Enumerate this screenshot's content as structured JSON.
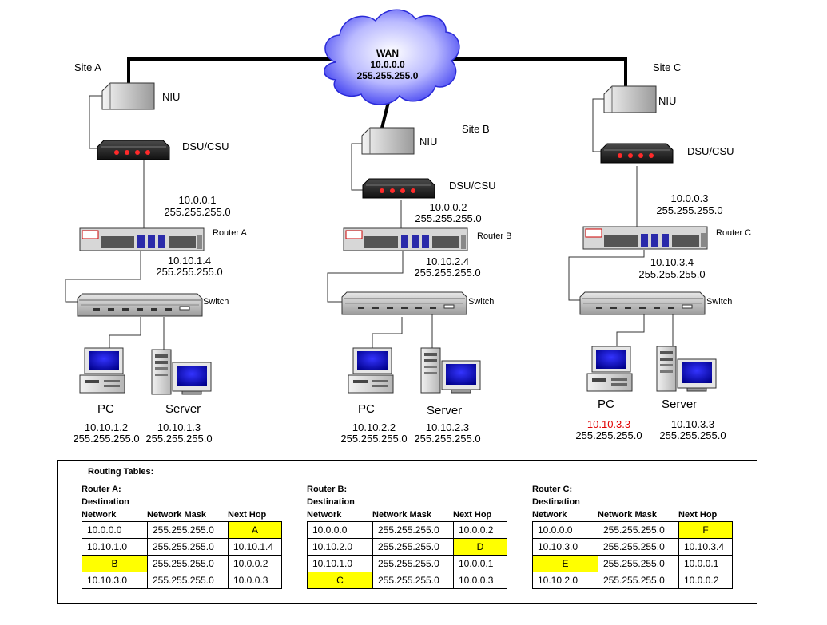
{
  "wan": {
    "title": "WAN",
    "network": "10.0.0.0",
    "mask": "255.255.255.0"
  },
  "sites": [
    {
      "site_label": "Site A",
      "niu": "NIU",
      "dsu": "DSU/CSU",
      "wan_ip": "10.0.0.1",
      "wan_mask": "255.255.255.0",
      "router": "Router A",
      "lan_ip": "10.10.1.4",
      "lan_mask": "255.255.255.0",
      "switch": "Switch",
      "pc_label": "PC",
      "pc_ip": "10.10.1.2",
      "pc_mask": "255.255.255.0",
      "server_label": "Server",
      "server_ip": "10.10.1.3",
      "server_mask": "255.255.255.0"
    },
    {
      "site_label": "Site B",
      "niu": "NIU",
      "dsu": "DSU/CSU",
      "wan_ip": "10.0.0.2",
      "wan_mask": "255.255.255.0",
      "router": "Router B",
      "lan_ip": "10.10.2.4",
      "lan_mask": "255.255.255.0",
      "switch": "Switch",
      "pc_label": "PC",
      "pc_ip": "10.10.2.2",
      "pc_mask": "255.255.255.0",
      "server_label": "Server",
      "server_ip": "10.10.2.3",
      "server_mask": "255.255.255.0"
    },
    {
      "site_label": "Site C",
      "niu": "NIU",
      "dsu": "DSU/CSU",
      "wan_ip": "10.0.0.3",
      "wan_mask": "255.255.255.0",
      "router": "Router C",
      "lan_ip": "10.10.3.4",
      "lan_mask": "255.255.255.0",
      "switch": "Switch",
      "pc_label": "PC",
      "pc_ip": "10.10.3.3",
      "pc_mask": "255.255.255.0",
      "server_label": "Server",
      "server_ip": "10.10.3.3",
      "server_mask": "255.255.255.0"
    }
  ],
  "colors": {
    "highlight": "#ffff00",
    "pc_ip_c": "#e00000",
    "cloud": "#6a6aff"
  },
  "routing": {
    "title": "Routing Tables:",
    "tables": [
      {
        "name": "Router A:",
        "dest_line1": "Destination",
        "col_network": "Network",
        "col_mask": "Network Mask",
        "col_hop": "Next Hop",
        "rows": [
          {
            "network": "10.0.0.0",
            "mask": "255.255.255.0",
            "hop": "A"
          },
          {
            "network": "10.10.1.0",
            "mask": "255.255.255.0",
            "hop": "10.10.1.4"
          },
          {
            "network": "B",
            "mask": "255.255.255.0",
            "hop": "10.0.0.2"
          },
          {
            "network": "10.10.3.0",
            "mask": "255.255.255.0",
            "hop": "10.0.0.3"
          }
        ]
      },
      {
        "name": "Router B:",
        "dest_line1": "Destination",
        "col_network": "Network",
        "col_mask": "Network Mask",
        "col_hop": "Next Hop",
        "rows": [
          {
            "network": "10.0.0.0",
            "mask": "255.255.255.0",
            "hop": "10.0.0.2"
          },
          {
            "network": "10.10.2.0",
            "mask": "255.255.255.0",
            "hop": "D"
          },
          {
            "network": "10.10.1.0",
            "mask": "255.255.255.0",
            "hop": "10.0.0.1"
          },
          {
            "network": "C",
            "mask": "255.255.255.0",
            "hop": "10.0.0.3"
          }
        ]
      },
      {
        "name": "Router C:",
        "dest_line1": "Destination",
        "col_network": "Network",
        "col_mask": "Network Mask",
        "col_hop": "Next Hop",
        "rows": [
          {
            "network": "10.0.0.0",
            "mask": "255.255.255.0",
            "hop": "F"
          },
          {
            "network": "10.10.3.0",
            "mask": "255.255.255.0",
            "hop": "10.10.3.4"
          },
          {
            "network": "E",
            "mask": "255.255.255.0",
            "hop": "10.0.0.1"
          },
          {
            "network": "10.10.2.0",
            "mask": "255.255.255.0",
            "hop": "10.0.0.2"
          }
        ]
      }
    ]
  }
}
